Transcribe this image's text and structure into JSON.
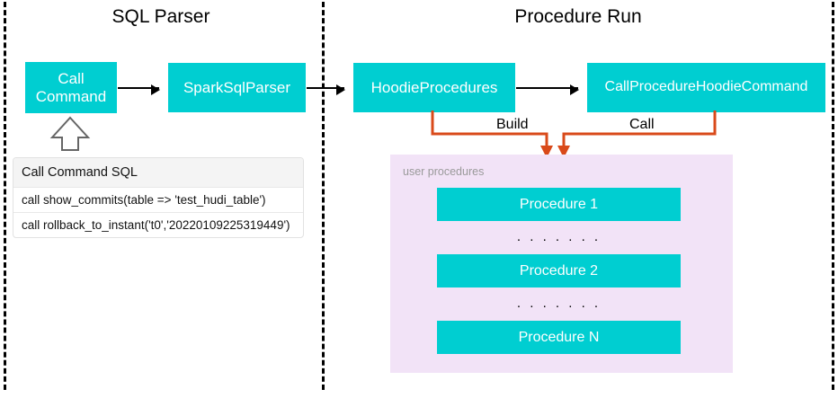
{
  "sections": {
    "left_title": "SQL Parser",
    "right_title": "Procedure Run"
  },
  "nodes": {
    "call_command": "Call\nCommand",
    "spark_sql_parser": "SparkSqlParser",
    "hoodie_procedures": "HoodieProcedures",
    "call_procedure_hoodie_command": "CallProcedureHoodieCommand"
  },
  "connectors": {
    "build_label": "Build",
    "call_label": "Call"
  },
  "sql_table": {
    "header": "Call Command SQL",
    "rows": [
      "call show_commits(table => 'test_hudi_table')",
      "call rollback_to_instant('t0','20220109225319449')"
    ]
  },
  "procedures_panel": {
    "label": "user procedures",
    "items": [
      "Procedure 1",
      "Procedure 2",
      "Procedure N"
    ],
    "ellipsis": ". . . . . . ."
  },
  "colors": {
    "node_teal": "#00CED1",
    "panel_pink": "#F2E3F7",
    "connector_orange": "#D94A1A",
    "divider_black": "#000000",
    "node_text": "#FFFFFF"
  }
}
